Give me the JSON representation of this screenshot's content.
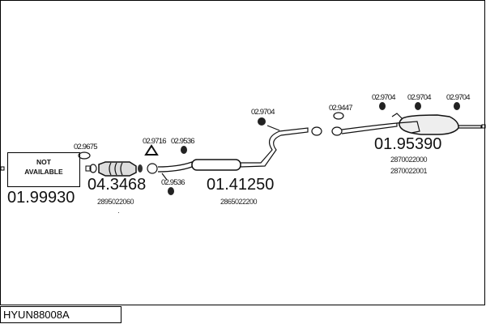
{
  "title": "HYUN88008A",
  "not_available": {
    "line1": "NOT",
    "line2": "AVAILABLE",
    "part_no": "01.99930"
  },
  "catalytic": {
    "part_no": "04.3468",
    "oe": "2895022060",
    "clamp": "02.9675"
  },
  "front_parts": {
    "gasket": "02.9716",
    "mount_top": "02.9536",
    "mount_bottom": "02.9536"
  },
  "middle": {
    "part_no": "01.41250",
    "oe": "2865022200",
    "mount": "02.9704"
  },
  "rear": {
    "part_no": "01.95390",
    "oe1": "2870022000",
    "oe2": "2870022001",
    "gasket": "02.9447",
    "mount1": "02.9704",
    "mount2": "02.9704",
    "mount3": "02.9704"
  }
}
